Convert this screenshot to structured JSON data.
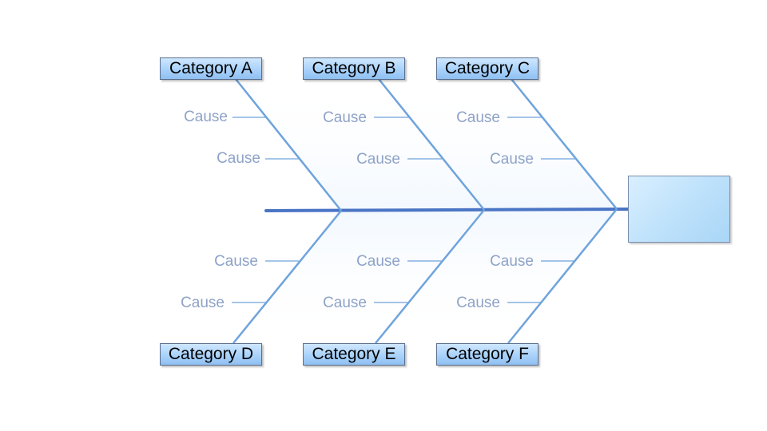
{
  "colors": {
    "spine": "#4a74c4",
    "bone": "#6fa3dc",
    "cause_text": "#8ea3c8",
    "box_fill": "#a9d2fa"
  },
  "head": {
    "label": ""
  },
  "categories": {
    "a": "Category A",
    "b": "Category B",
    "c": "Category C",
    "d": "Category D",
    "e": "Category E",
    "f": "Category F"
  },
  "causes": {
    "a1": "Cause",
    "a2": "Cause",
    "b1": "Cause",
    "b2": "Cause",
    "c1": "Cause",
    "c2": "Cause",
    "d1": "Cause",
    "d2": "Cause",
    "e1": "Cause",
    "e2": "Cause",
    "f1": "Cause",
    "f2": "Cause"
  }
}
